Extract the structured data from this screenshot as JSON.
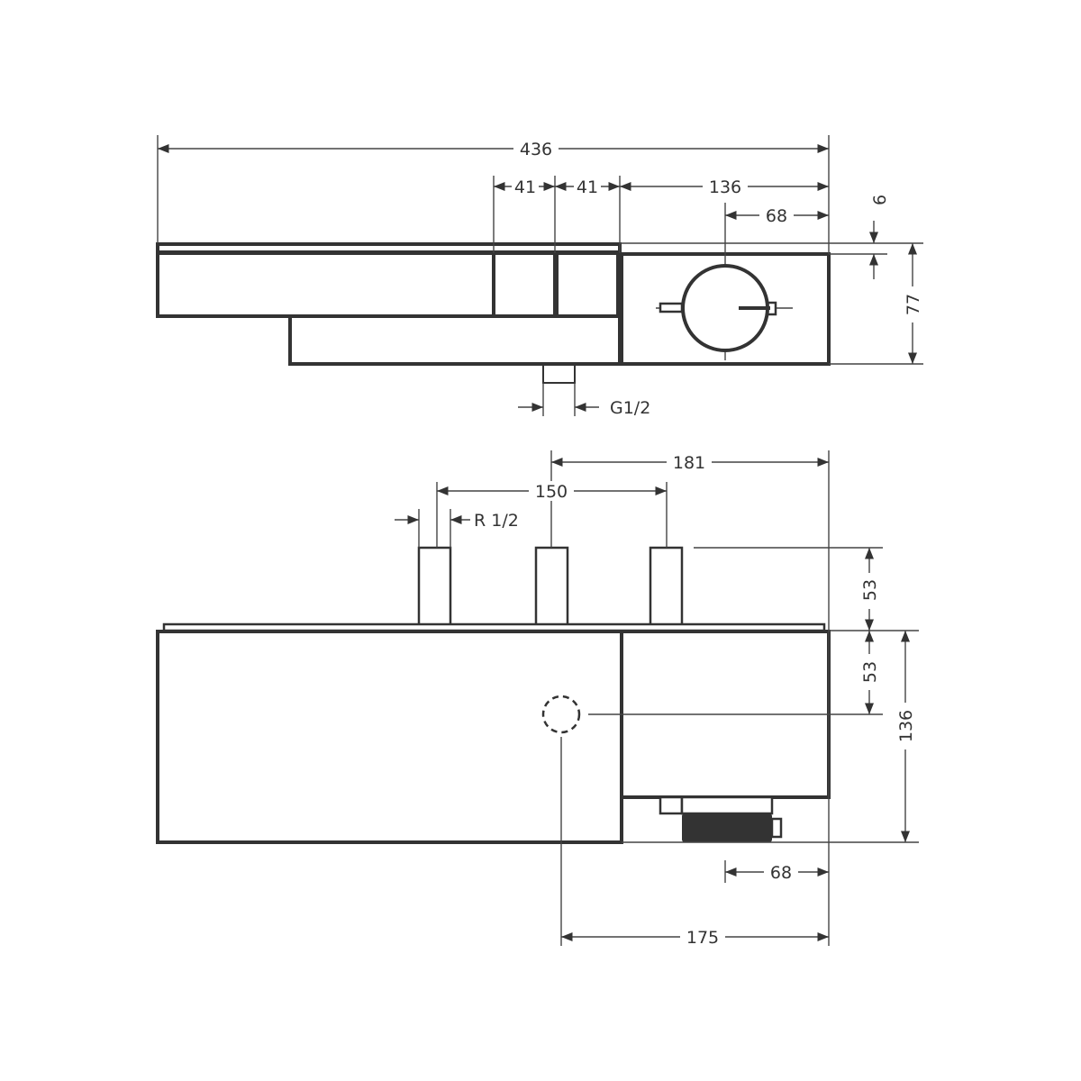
{
  "drawing": {
    "top_view": {
      "dims": {
        "overall_width": "436",
        "module_1": "41",
        "module_2": "41",
        "thermostat_width": "136",
        "handle_offset": "68",
        "cover_thickness": "6",
        "height": "77",
        "outlet_thread": "G1/2"
      }
    },
    "front_view": {
      "dims": {
        "outlet_offset": "181",
        "pipe_spacing": "150",
        "pipe_thread": "R 1/2",
        "pipe_length": "53",
        "center_height": "53",
        "depth": "136",
        "knob_offset": "68",
        "circle_offset": "175"
      }
    },
    "colors": {
      "line": "#333333",
      "background": "#ffffff"
    }
  }
}
